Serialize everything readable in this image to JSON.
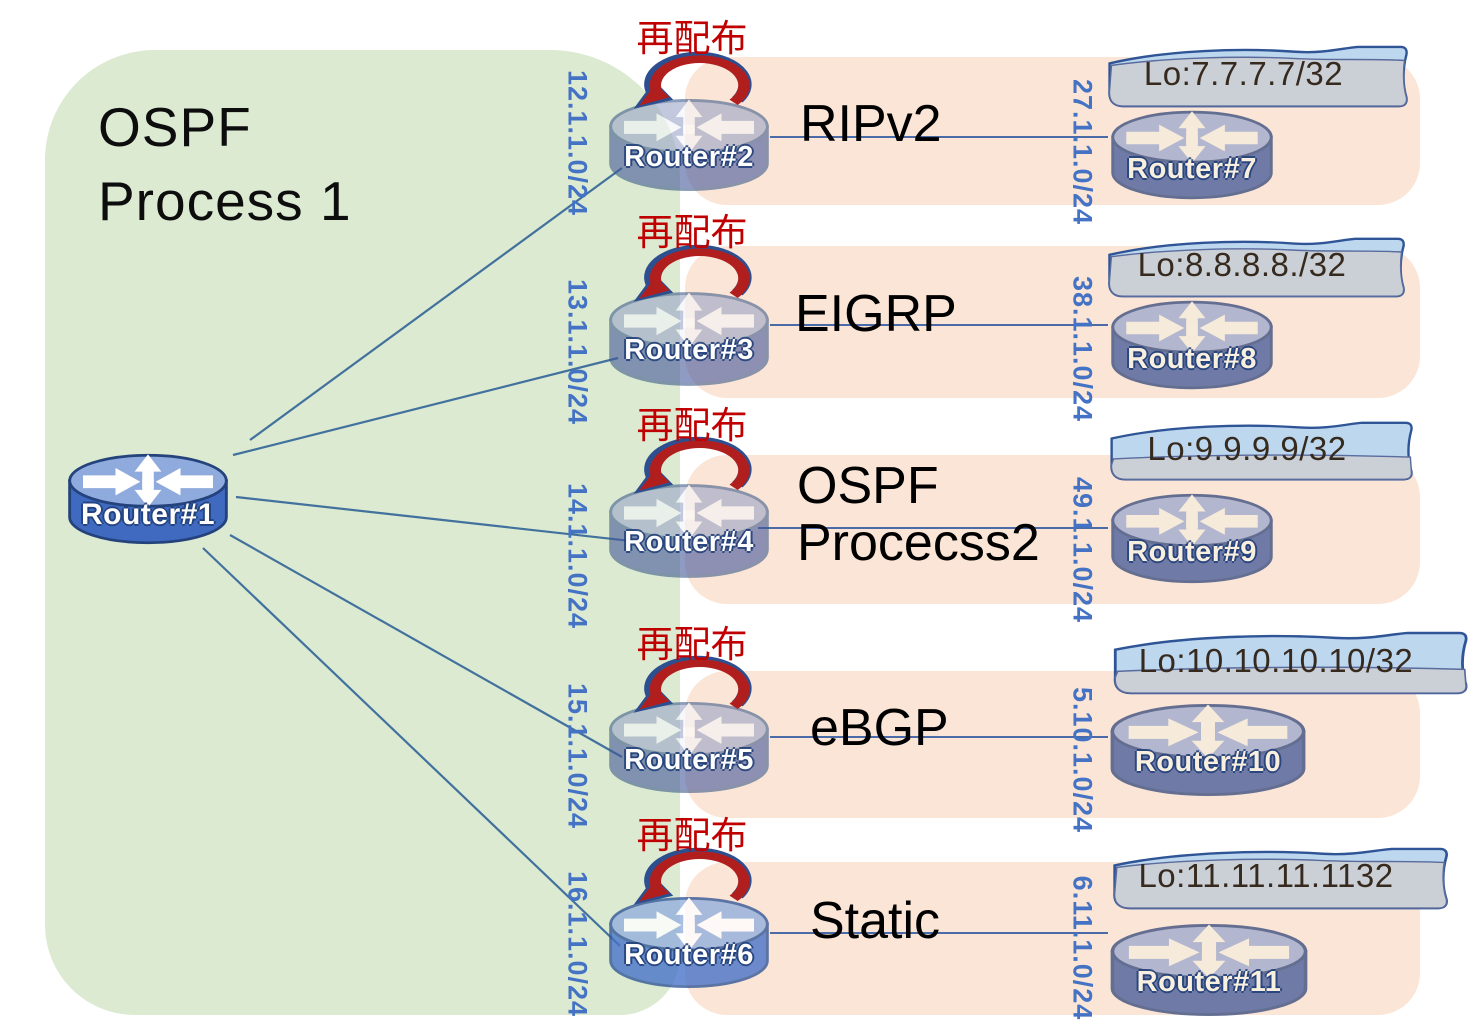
{
  "title": {
    "line1": "OSPF",
    "line2": "Process 1"
  },
  "hub_router": {
    "name": "Router#1"
  },
  "palette": {
    "area_green": "#dcead2",
    "band_orange": "#fbe5d6",
    "redistribute_red": "#c00000",
    "arc_red": "#b01e1e",
    "arc_navy": "#2e4f8f",
    "link_blue": "#41719c",
    "network_label_blue": "#4472c4",
    "banner_blue": "#bdd7ee",
    "banner_grey": "#cbcfd6",
    "router_blue": "#3f6ac0"
  },
  "rows": [
    {
      "mid_router": "Router#2",
      "protocol": "RIPv2",
      "right_router": "Router#7",
      "loopback": "Lo:7.7.7.7/32",
      "left_network": "12.1.1.0/24",
      "right_network": "27.1.1.0/24",
      "redistribute": "再配布",
      "banner_style": "grey"
    },
    {
      "mid_router": "Router#3",
      "protocol": "EIGRP",
      "right_router": "Router#8",
      "loopback": "Lo:8.8.8.8./32",
      "left_network": "13.1.1.0/24",
      "right_network": "38.1.1.0/24",
      "redistribute": "再配布",
      "banner_style": "grey"
    },
    {
      "mid_router": "Router#4",
      "protocol": "OSPF Procecss2",
      "protocol_lines": [
        "OSPF",
        "Procecss2"
      ],
      "right_router": "Router#9",
      "loopback": "Lo:9.9.9.9/32",
      "left_network": "14.1.1.0/24",
      "right_network": "49.1.1.0/24",
      "redistribute": "再配布",
      "banner_style": "blue"
    },
    {
      "mid_router": "Router#5",
      "protocol": "eBGP",
      "right_router": "Router#10",
      "loopback": "Lo:10.10.10.10/32",
      "left_network": "15.1.1.0/24",
      "right_network": "5.10.1.0/24",
      "redistribute": "再配布",
      "banner_style": "blue"
    },
    {
      "mid_router": "Router#6",
      "protocol": "Static",
      "right_router": "Router#11",
      "loopback": "Lo:11.11.11.1132",
      "left_network": "16.1.1.0/24",
      "right_network": "6.11.1.0/24",
      "redistribute": "再配布",
      "banner_style": "grey"
    }
  ]
}
